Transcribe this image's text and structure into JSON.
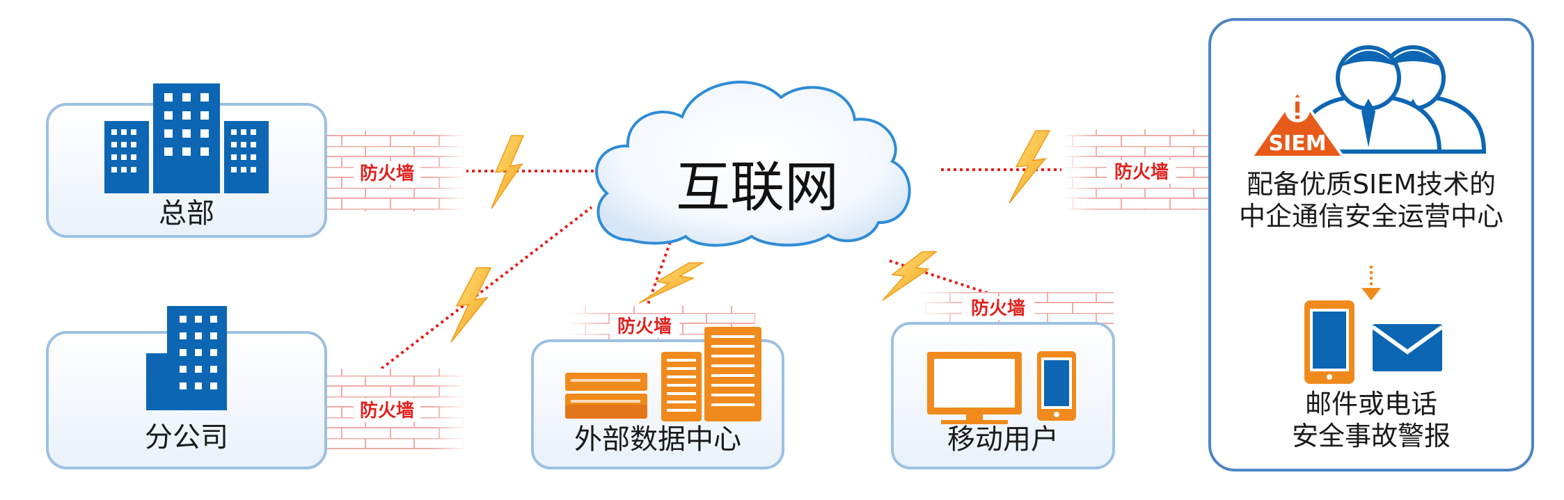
{
  "internet": {
    "label": "互联网"
  },
  "firewall_label": "防火墙",
  "nodes": {
    "hq": {
      "label": "总部"
    },
    "branch": {
      "label": "分公司"
    },
    "datacenter": {
      "label": "外部数据中心"
    },
    "mobile": {
      "label": "移动用户"
    }
  },
  "soc": {
    "siem_badge": "SIEM",
    "title_line1": "配备优质SIEM技术的",
    "title_line2": "中企通信安全运营中心",
    "alert_line1": "邮件或电话",
    "alert_line2": "安全事故警报"
  },
  "colors": {
    "blue": "#0c66b3",
    "orange": "#f08a1c",
    "red": "#e1201c",
    "brick": "#f2b3ae",
    "frame": "#9cc0e2"
  }
}
